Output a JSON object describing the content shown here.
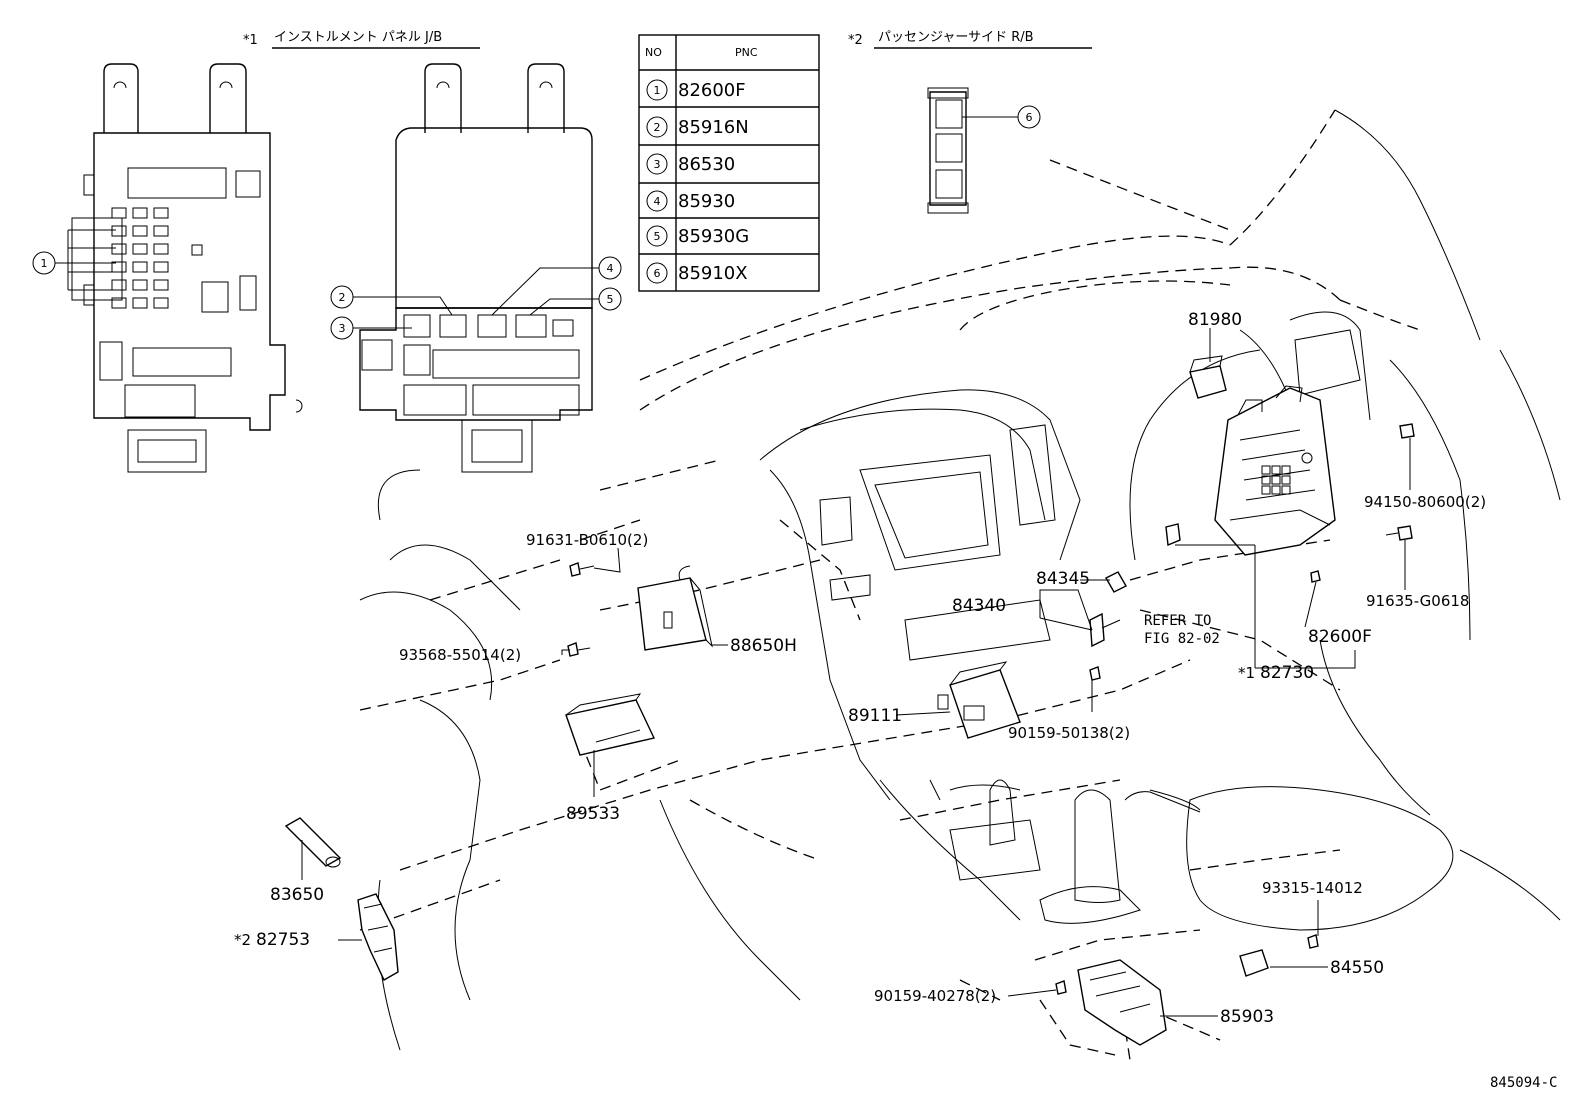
{
  "headings": {
    "ip_jb": {
      "mark": "*1",
      "text": "インストルメント パネル J/B"
    },
    "ps_rb": {
      "mark": "*2",
      "text": "パッセンジャーサイド R/B"
    }
  },
  "table": {
    "col_no": "NO",
    "col_pnc": "PNC",
    "rows": [
      {
        "no": "1",
        "pnc": "82600F"
      },
      {
        "no": "2",
        "pnc": "85916N"
      },
      {
        "no": "3",
        "pnc": "86530"
      },
      {
        "no": "4",
        "pnc": "85930"
      },
      {
        "no": "5",
        "pnc": "85930G"
      },
      {
        "no": "6",
        "pnc": "85910X"
      }
    ]
  },
  "callouts": [
    "1",
    "2",
    "3",
    "4",
    "5",
    "6"
  ],
  "parts": {
    "p81980": "81980",
    "p94150": "94150-80600(2)",
    "p91635": "91635-G0618",
    "p82600f": "82600F",
    "p82730": "82730",
    "p82730_mark": "*1",
    "p91631": "91631-B0610(2)",
    "p84345": "84345",
    "p84340": "84340",
    "refer": "REFER TO",
    "fig": "FIG 82-02",
    "p93568": "93568-55014(2)",
    "p88650h": "88650H",
    "p89111": "89111",
    "p90159_50138": "90159-50138(2)",
    "p89533": "89533",
    "p83650": "83650",
    "p82753": "82753",
    "p82753_mark": "*2",
    "p93315": "93315-14012",
    "p84550": "84550",
    "p90159_40278": "90159-40278(2)",
    "p85903": "85903"
  },
  "figure_id": "845094-C"
}
